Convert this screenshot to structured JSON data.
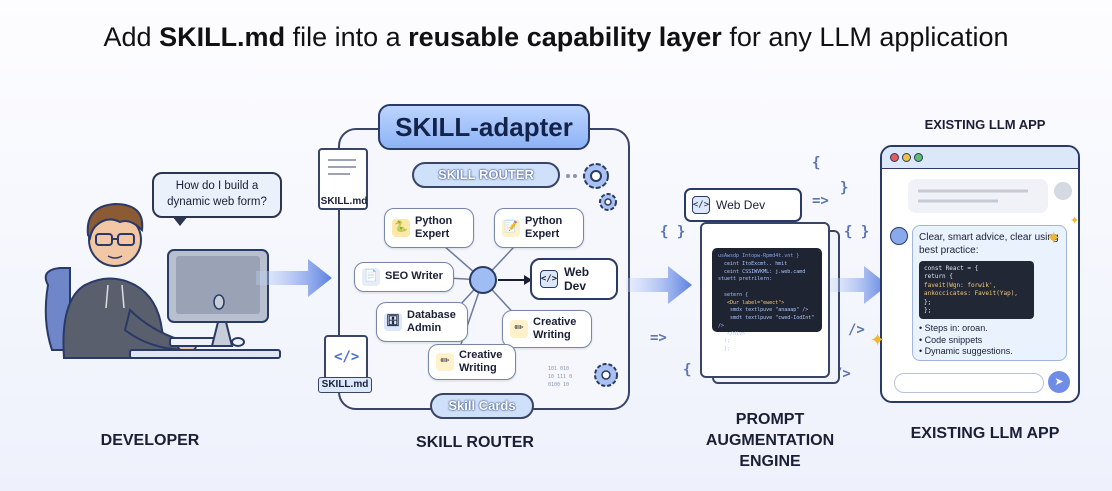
{
  "title": {
    "prefix": "Add ",
    "bold1": "SKILL.md",
    "middle": " file into a ",
    "bold2": "reusable capability layer",
    "suffix": " for any LLM application"
  },
  "developer": {
    "bubble": "How do I build a dynamic web form?",
    "label": "DEVELOPER"
  },
  "router": {
    "badge": "SKILL-adapter",
    "pill": "SKILL ROUTER",
    "cards_pill": "Skill Cards",
    "skill_file_top": "SKILL.md",
    "skill_file_bottom": "SKILL.md",
    "label": "SKILL ROUTER",
    "cards": {
      "python1": "Python Expert",
      "python2": "Python Expert",
      "seo": "SEO Writer",
      "db": "Database Admin",
      "creative1": "Creative Writing",
      "creative2": "Creative Writing",
      "webdev": "Web Dev"
    }
  },
  "engine": {
    "tab": "Web Dev",
    "label": "PROMPT AUGMENTATION ENGINE"
  },
  "app": {
    "top_label": "EXISTING LLM APP",
    "reply_text": "Clear, smart advice, clear using best practice:",
    "code_lines": [
      "const React = {",
      "  return {",
      "    faveit(Wgn: forwik',",
      "    ankoccicates: Faveit(Yap),",
      "  };",
      "};"
    ],
    "list": [
      "Steps in: oroan.",
      "Code snippets",
      "Dynamic suggestions."
    ],
    "label": "EXISTING LLM APP"
  },
  "colors": {
    "accent": "#8db3f5",
    "outline": "#2a3a66",
    "sparkle": "#f3b630"
  }
}
